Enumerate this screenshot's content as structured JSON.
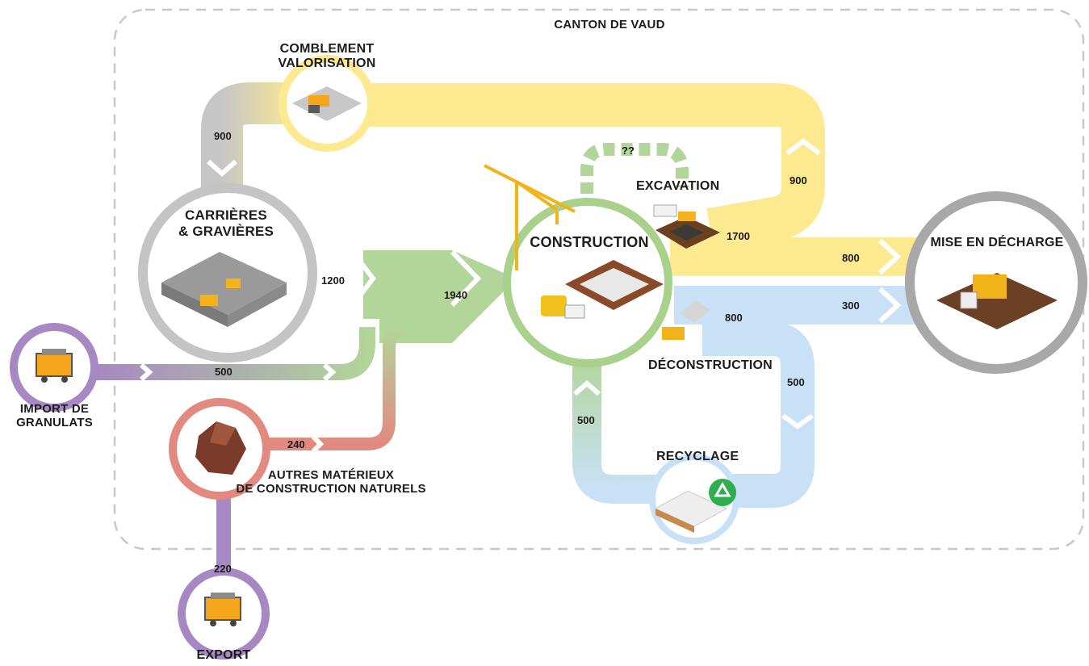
{
  "region_label": "CANTON DE VAUD",
  "nodes": {
    "comblement": {
      "line1": "COMBLEMENT",
      "line2": "VALORISATION"
    },
    "carrieres": {
      "line1": "CARRIÈRES",
      "line2": "& GRAVIÈRES"
    },
    "construction": {
      "label": "CONSTRUCTION"
    },
    "excavation": {
      "label": "EXCAVATION"
    },
    "deconstruction": {
      "label": "DÉCONSTRUCTION"
    },
    "recyclage": {
      "label": "RECYCLAGE"
    },
    "decharge": {
      "label": "MISE EN DÉCHARGE"
    },
    "import": {
      "line1": "IMPORT DE",
      "line2": "GRANULATS"
    },
    "autres": {
      "line1": "AUTRES MATÉRIEUX",
      "line2": "DE CONSTRUCTION NATURELS"
    },
    "export": {
      "label": "EXPORT"
    }
  },
  "flows": {
    "comblement_to_carrieres": "900",
    "unknown_loop": "??",
    "excavation_to_comblement": "900",
    "excavation_total": "1700",
    "excavation_to_decharge": "800",
    "deconstruction_to_decharge": "300",
    "carrieres_to_construction": "1200",
    "into_construction": "1940",
    "deconstruction_total": "800",
    "import_flow": "500",
    "deconstruction_to_recyclage": "500",
    "recyclage_to_construction": "500",
    "autres_flow": "240",
    "export_flow": "220"
  },
  "colors": {
    "grey": "#c6c6c6",
    "yellow": "#fde98f",
    "green": "#b2d59a",
    "blue": "#c9e1f7",
    "purple": "#a688c2",
    "red": "#e28a7f",
    "node_grey": "#c4c4c4",
    "node_green": "#a9d18c",
    "node_yellow": "#fde98f",
    "node_blue": "#c9e1f7"
  }
}
